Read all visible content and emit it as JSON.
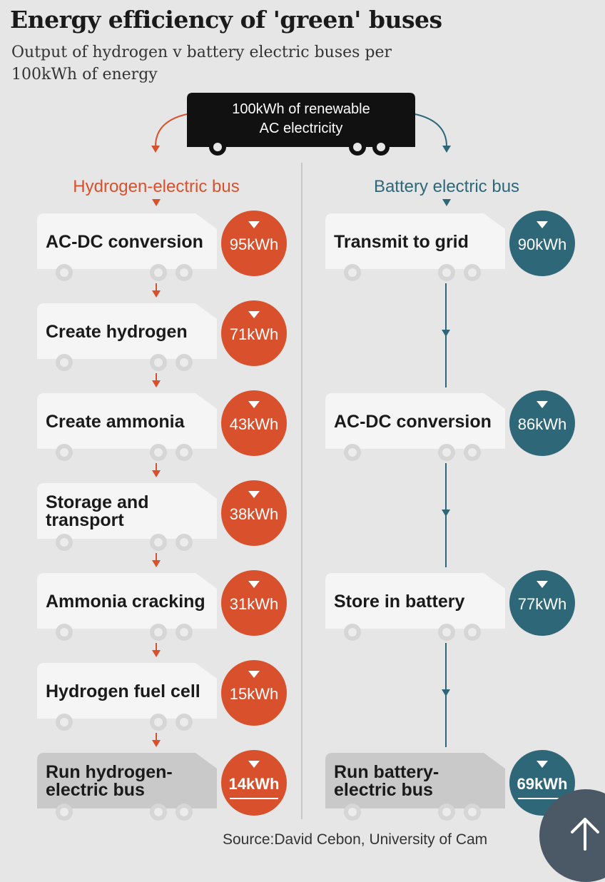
{
  "header": {
    "title": "Energy efficiency of 'green' buses",
    "subtitle": "Output of hydrogen v battery electric buses per 100kWh of energy"
  },
  "source_bus": {
    "label": [
      "100kWh of renewable",
      "AC electricity"
    ]
  },
  "colors": {
    "hydrogen": "#d9512c",
    "battery": "#2e6878",
    "bus_body": "#f5f5f5",
    "final_bus": "#c9c9c9",
    "source_bus": "#111111"
  },
  "hydrogen": {
    "heading": "Hydrogen-electric bus",
    "steps": [
      {
        "label": [
          "AC-DC conversion"
        ],
        "value": "95kWh"
      },
      {
        "label": [
          "Create hydrogen"
        ],
        "value": "71kWh"
      },
      {
        "label": [
          "Create ammonia"
        ],
        "value": "43kWh"
      },
      {
        "label": [
          "Storage and",
          "transport"
        ],
        "value": "38kWh"
      },
      {
        "label": [
          "Ammonia cracking"
        ],
        "value": "31kWh"
      },
      {
        "label": [
          "Hydrogen fuel cell"
        ],
        "value": "15kWh"
      },
      {
        "label": [
          "Run hydrogen-",
          "electric bus"
        ],
        "value": "14kWh",
        "final": true
      }
    ]
  },
  "battery": {
    "heading": "Battery electric bus",
    "steps": [
      {
        "label": [
          "Transmit to grid"
        ],
        "value": "90kWh"
      },
      {
        "label": [
          "AC-DC conversion"
        ],
        "value": "86kWh"
      },
      {
        "label": [
          "Store in battery"
        ],
        "value": "77kWh"
      },
      {
        "label": [
          "Run battery-",
          "electric bus"
        ],
        "value": "69kWh",
        "final": true
      }
    ]
  },
  "footer": {
    "source": "Source:David Cebon, University of Cam"
  },
  "scroll_top": {
    "icon": "arrow-up-icon"
  }
}
